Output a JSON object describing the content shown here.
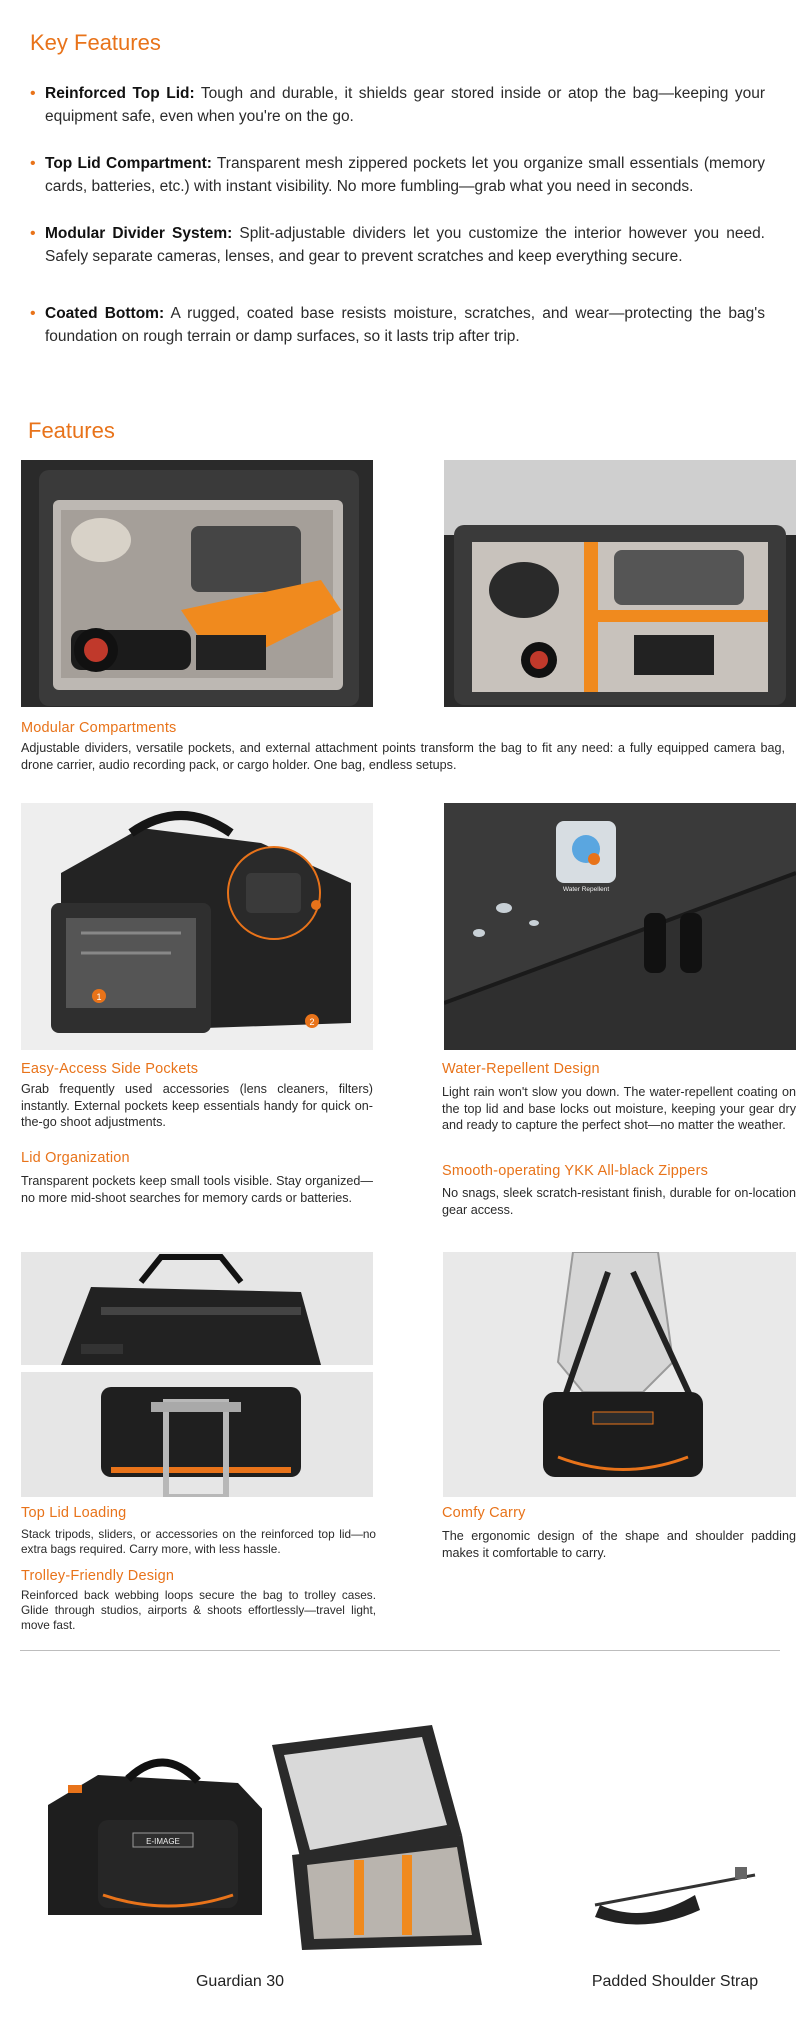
{
  "key_features": {
    "title": "Key Features",
    "items": [
      {
        "term": "Reinforced Top Lid:",
        "text": " Tough and durable, it shields gear stored inside or atop the bag—keeping your equipment safe, even when you're on the go."
      },
      {
        "term": "Top Lid Compartment:",
        "text": " Transparent mesh zippered pockets let you organize small essentials (memory cards, batteries, etc.) with instant visibility. No more fumbling—grab what you need in seconds."
      },
      {
        "term": "Modular Divider System:",
        "text": " Split-adjustable dividers let you customize the interior however you need. Safely separate cameras, lenses, and gear to prevent scratches and keep everything secure."
      },
      {
        "term": "Coated Bottom:",
        "text": " A rugged, coated base resists moisture, scratches, and wear—protecting the bag's foundation on rough terrain or damp surfaces, so it lasts trip after trip."
      }
    ]
  },
  "features": {
    "title": "Features",
    "modular": {
      "title": "Modular Compartments",
      "body": "Adjustable dividers, versatile pockets, and external attachment points transform the bag to fit any need: a fully equipped camera bag, drone carrier, audio recording pack, or cargo holder. One bag, endless setups."
    },
    "side_pockets": {
      "title": "Easy-Access Side Pockets",
      "body": "Grab frequently used accessories (lens cleaners, filters) instantly. External pockets keep essentials handy for quick on-the-go shoot adjustments."
    },
    "lid_org": {
      "title": "Lid Organization",
      "body": "Transparent pockets keep small tools visible. Stay organized—no more mid-shoot searches for memory cards or batteries."
    },
    "water": {
      "title": "Water-Repellent Design",
      "body": "Light rain won't slow you down. The water-repellent coating on the top lid and base locks out moisture, keeping your gear dry and ready to capture the perfect shot—no matter the weather.",
      "badge": "Water Repellent"
    },
    "zippers": {
      "title": "Smooth-operating YKK All-black Zippers",
      "body": "No snags, sleek scratch-resistant finish, durable for on-location gear access."
    },
    "top_lid": {
      "title": "Top Lid Loading",
      "body": "Stack tripods, sliders, or accessories on the reinforced top lid—no extra bags required. Carry more, with less hassle."
    },
    "trolley": {
      "title": "Trolley-Friendly Design",
      "body": "Reinforced back webbing loops secure the bag to trolley cases. Glide through studios, airports & shoots effortlessly—travel light, move fast."
    },
    "comfy": {
      "title": "Comfy Carry",
      "body": "The ergonomic design of the shape and shoulder padding makes it comfortable to carry."
    }
  },
  "bag_logo": "E-IMAGE",
  "callouts": [
    "1",
    "2"
  ],
  "package": {
    "items": [
      {
        "label": "Guardian 30"
      },
      {
        "label": "Padded Shoulder Strap"
      }
    ]
  },
  "colors": {
    "accent": "#e8731a",
    "bag": "#1e1e1e",
    "divider": "#f08a1e"
  }
}
